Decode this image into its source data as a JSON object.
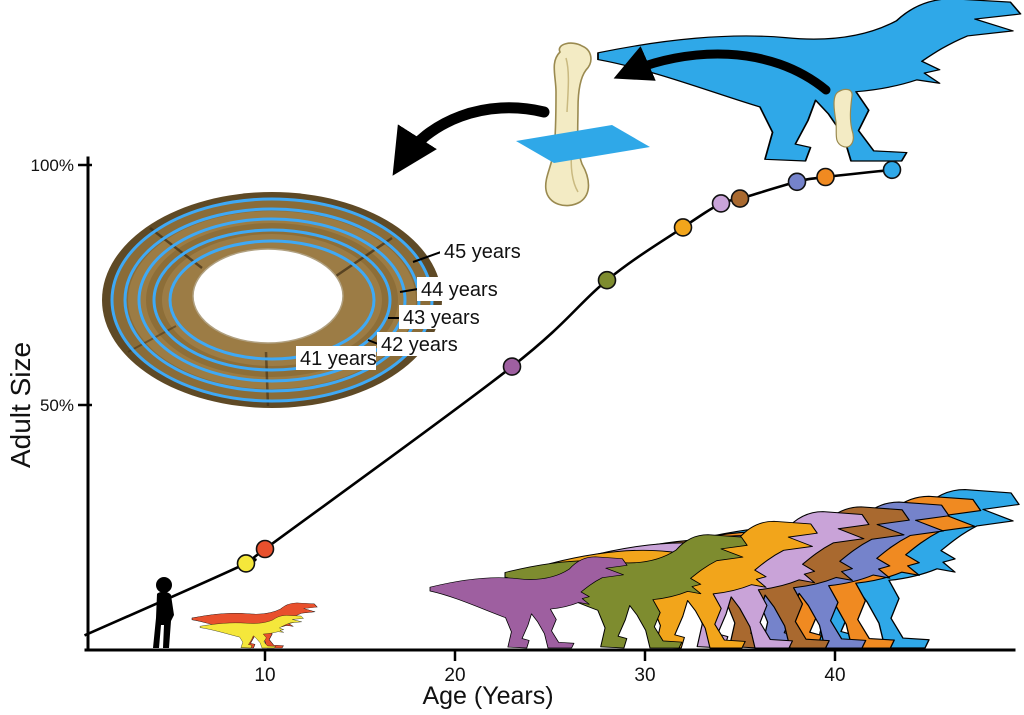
{
  "chart_data": {
    "type": "line",
    "title": "",
    "xlabel": "Age (Years)",
    "ylabel": "Adult Size",
    "x_tick_labels": [
      "10",
      "20",
      "30",
      "40"
    ],
    "x_tick_values": [
      10,
      20,
      30,
      40
    ],
    "y_tick_labels": [
      "100%",
      "50%"
    ],
    "y_tick_values": [
      100,
      50
    ],
    "xlim": [
      0,
      47
    ],
    "ylim": [
      0,
      103
    ],
    "legend": "none",
    "grid": false,
    "curve_color": "#000000",
    "curve_start": {
      "age": 0.5,
      "adult_size_pct": 2
    },
    "points": [
      {
        "age": 9,
        "adult_size_pct": 17,
        "color": "#F5E73B"
      },
      {
        "age": 10,
        "adult_size_pct": 20,
        "color": "#E8502D"
      },
      {
        "age": 23,
        "adult_size_pct": 58,
        "color": "#9E5FA0"
      },
      {
        "age": 28,
        "adult_size_pct": 76,
        "color": "#7E8C2F"
      },
      {
        "age": 32,
        "adult_size_pct": 87,
        "color": "#F2A51B"
      },
      {
        "age": 34,
        "adult_size_pct": 92,
        "color": "#C9A3D8"
      },
      {
        "age": 35,
        "adult_size_pct": 93,
        "color": "#A9692F"
      },
      {
        "age": 38,
        "adult_size_pct": 96.5,
        "color": "#7583CB"
      },
      {
        "age": 39.5,
        "adult_size_pct": 97.5,
        "color": "#F08A21"
      },
      {
        "age": 43,
        "adult_size_pct": 99,
        "color": "#2FA8E8"
      }
    ]
  },
  "histology": {
    "ring_labels": [
      "45 years",
      "44 years",
      "43 years",
      "42 years",
      "41 years"
    ],
    "ring_color": "#3FA9F5"
  },
  "colors": {
    "background": "#ffffff",
    "arrow": "#000000",
    "bone_fill": "#F3EBC4",
    "bone_outline": "#9a8a50",
    "cut_plane_blue": "#2FA8E8",
    "section_outer": "#5f4a26",
    "section_mid": "#8a6c38",
    "section_inner": "#9c7c44",
    "human": "#000000"
  }
}
